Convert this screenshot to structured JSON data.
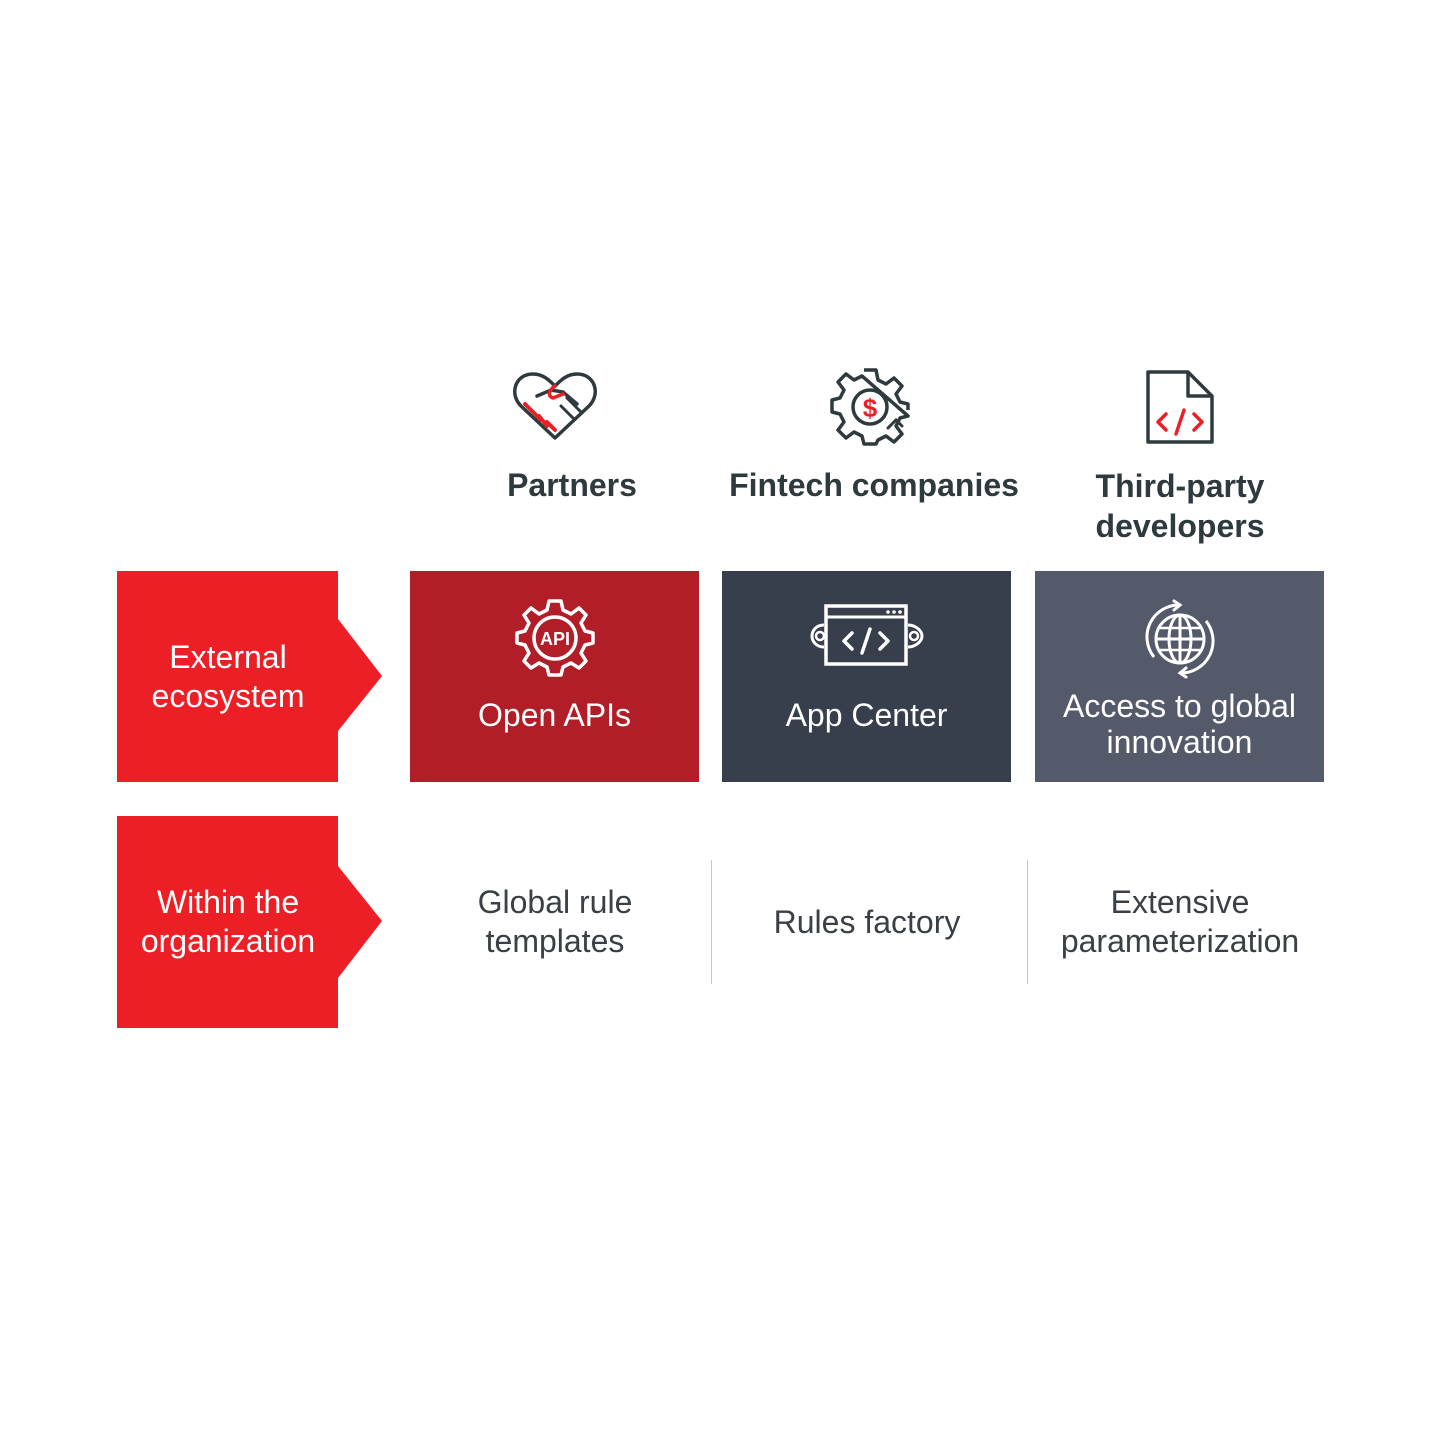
{
  "colors": {
    "accent_red": "#ec1f27",
    "dark_red": "#b21e28",
    "slate": "#373f4d",
    "gray_blue": "#555a6b",
    "heading_text": "#2f3a3e"
  },
  "columns": [
    {
      "icon": "handshake-heart-icon",
      "title": "Partners"
    },
    {
      "icon": "gear-dollar-icon",
      "title": "Fintech companies"
    },
    {
      "icon": "code-file-icon",
      "title": "Third-party developers"
    }
  ],
  "rows": {
    "external": {
      "label": "External ecosystem",
      "cells": [
        {
          "icon": "api-gear-icon",
          "label": "Open APIs"
        },
        {
          "icon": "code-window-icon",
          "label": "App Center"
        },
        {
          "icon": "globe-cycle-icon",
          "label": "Access to global innovation"
        }
      ]
    },
    "internal": {
      "label": "Within the organization",
      "cells": [
        {
          "label": "Global rule templates"
        },
        {
          "label": "Rules factory"
        },
        {
          "label": "Extensive parameterization"
        }
      ]
    }
  }
}
